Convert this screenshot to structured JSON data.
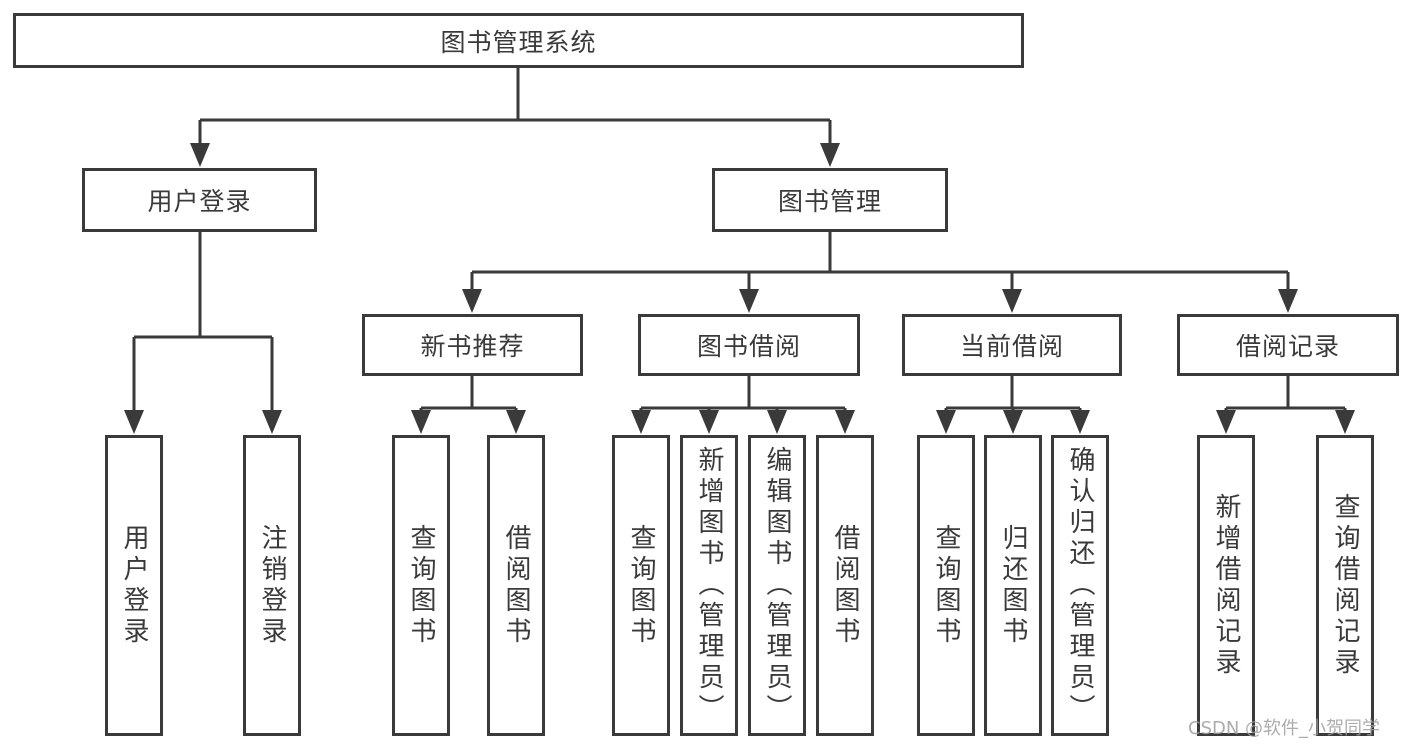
{
  "diagram": {
    "root": {
      "label": "图书管理系统"
    },
    "level2": [
      {
        "label": "用户登录"
      },
      {
        "label": "图书管理"
      }
    ],
    "level3": [
      {
        "label": "新书推荐"
      },
      {
        "label": "图书借阅"
      },
      {
        "label": "当前借阅"
      },
      {
        "label": "借阅记录"
      }
    ],
    "leaves": {
      "user_login": [
        {
          "label": "用户登录"
        },
        {
          "label": "注销登录"
        }
      ],
      "new_book_recommend": [
        {
          "label": "查询图书"
        },
        {
          "label": "借阅图书"
        }
      ],
      "book_borrow": [
        {
          "label": "查询图书"
        },
        {
          "label": "新增图书（管理员）"
        },
        {
          "label": "编辑图书（管理员）"
        },
        {
          "label": "借阅图书"
        }
      ],
      "current_borrow": [
        {
          "label": "查询图书"
        },
        {
          "label": "归还图书"
        },
        {
          "label": "确认归还（管理员）"
        }
      ],
      "borrow_records": [
        {
          "label": "新增借阅记录"
        },
        {
          "label": "查询借阅记录"
        }
      ]
    },
    "watermark": "CSDN @软件_小贺同学",
    "colors": {
      "line": "#3a3a3a",
      "text": "#3a3a3a",
      "background": "#ffffff",
      "watermark": "#9e9e9e"
    }
  }
}
